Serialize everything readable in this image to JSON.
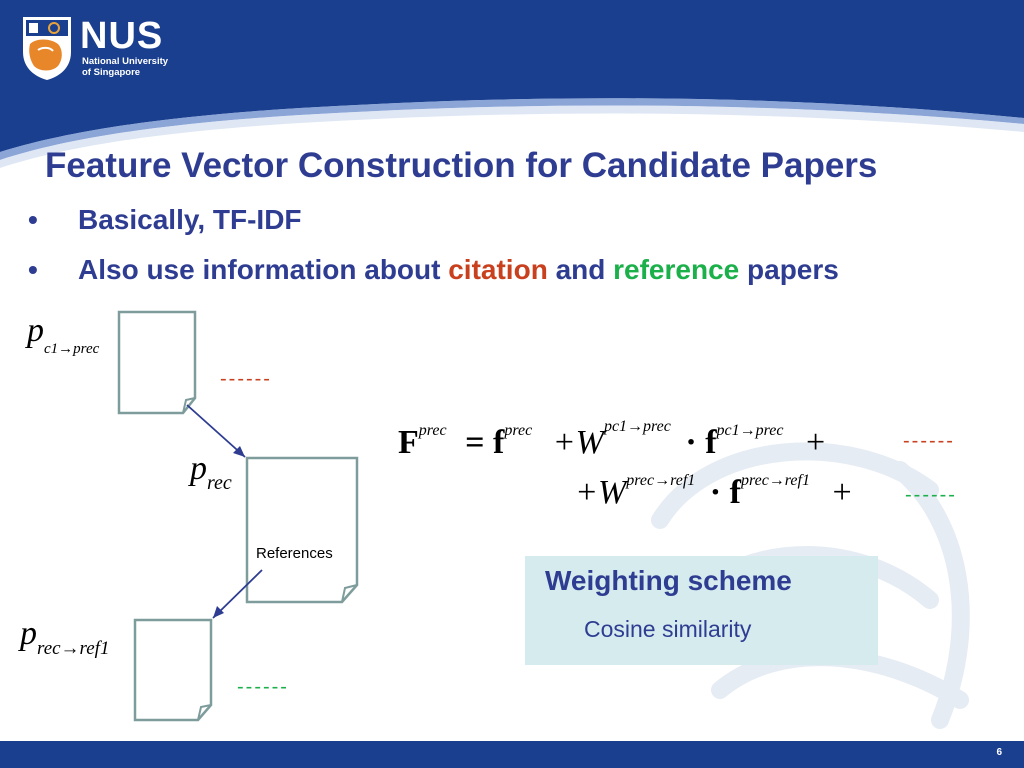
{
  "logo": {
    "wordmark": "NUS",
    "subtitle_line1": "National University",
    "subtitle_line2": "of Singapore"
  },
  "title": "Feature Vector Construction for Candidate Papers",
  "bullets": [
    {
      "dot": "•",
      "text": "Basically, TF-IDF"
    },
    {
      "dot": "•",
      "prefix": "Also use information about ",
      "citation": "citation",
      "mid": " and ",
      "reference": "reference",
      "suffix": " papers"
    }
  ],
  "diagram": {
    "doc_top_label": {
      "p": "p",
      "sub": "c1→prec"
    },
    "doc_mid_label": {
      "p": "p",
      "sub": "rec"
    },
    "doc_bottom_label": {
      "p": "p",
      "sub": "rec→ref1"
    },
    "references_label": "References",
    "dashes_red": "------",
    "dashes_green": "------"
  },
  "formula": {
    "F": "F",
    "F_sup": "prec",
    "eq_f": "= f",
    "f_sup": "prec",
    "plusW1": "+W",
    "W1_sup": "pc1→prec",
    "dot_f1": "· f",
    "f1_sup": "pc1→prec",
    "plus_end1": "+",
    "dashes_red": "------",
    "plusW2": "+W",
    "W2_sup": "prec→ref1",
    "dot_f2": "· f",
    "f2_sup": "prec→ref1",
    "plus_end2": "+",
    "dashes_green": "------"
  },
  "weighting": {
    "title": "Weighting scheme",
    "subtitle": "Cosine similarity"
  },
  "page_number": "6",
  "colors": {
    "header_blue": "#1a3f8f",
    "title_blue": "#2e3d91",
    "citation_red": "#c8401e",
    "reference_green": "#1bb04a",
    "box_bg": "#d6ebee"
  }
}
